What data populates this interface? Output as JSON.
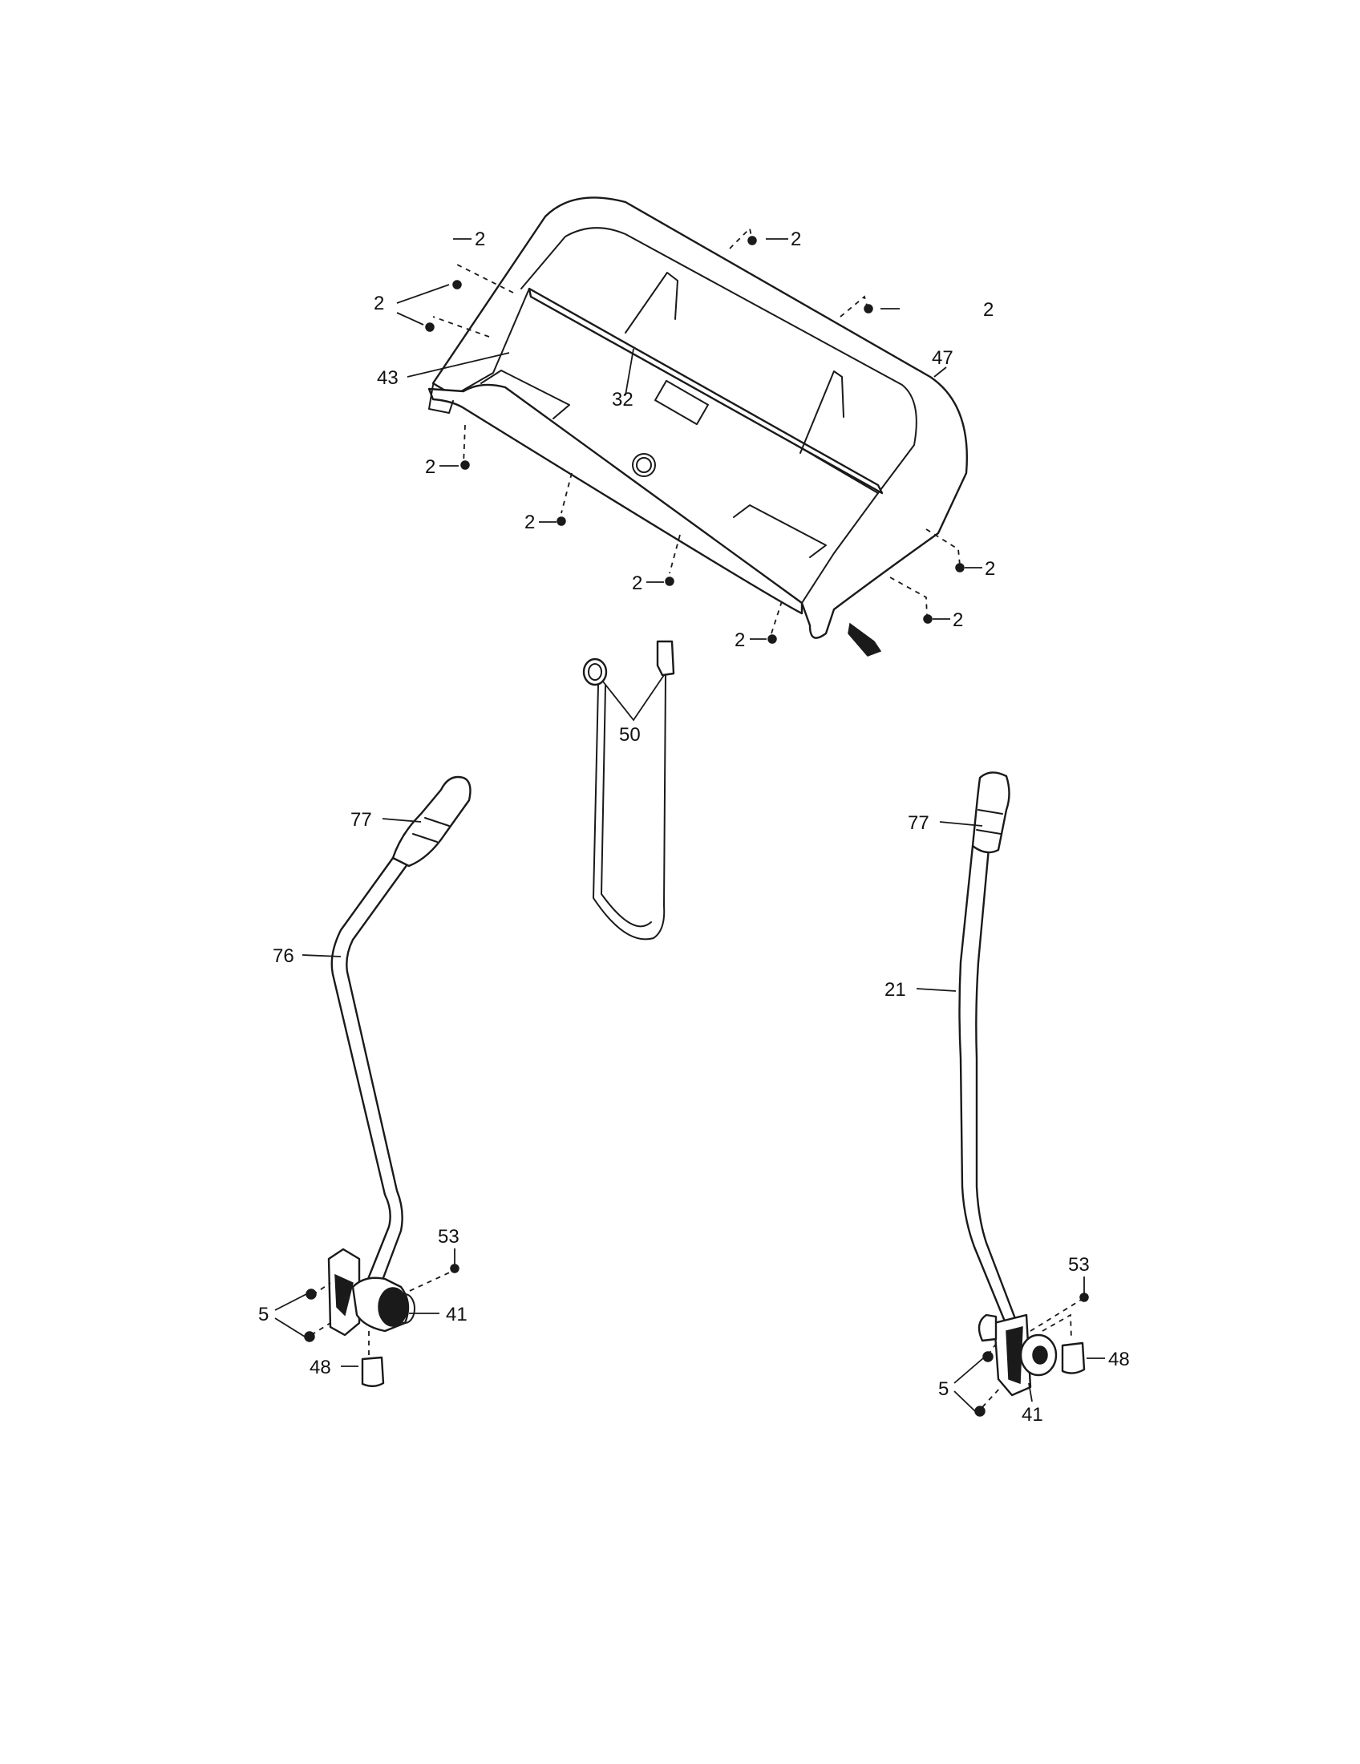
{
  "diagram": {
    "callouts": {
      "c2_a": "2",
      "c2_b": "2",
      "c2_c": "2",
      "c2_d": "2",
      "c2_e": "2",
      "c2_f": "2",
      "c2_g": "2",
      "c2_h": "2",
      "c2_i": "2",
      "c2_j": "2",
      "c43": "43",
      "c32": "32",
      "c47": "47",
      "c50": "50",
      "c77_left": "77",
      "c77_right": "77",
      "c76": "76",
      "c21": "21",
      "c53_left": "53",
      "c53_right": "53",
      "c5_left": "5",
      "c5_right": "5",
      "c41_left": "41",
      "c41_right": "41",
      "c48_left": "48",
      "c48_right": "48"
    }
  }
}
